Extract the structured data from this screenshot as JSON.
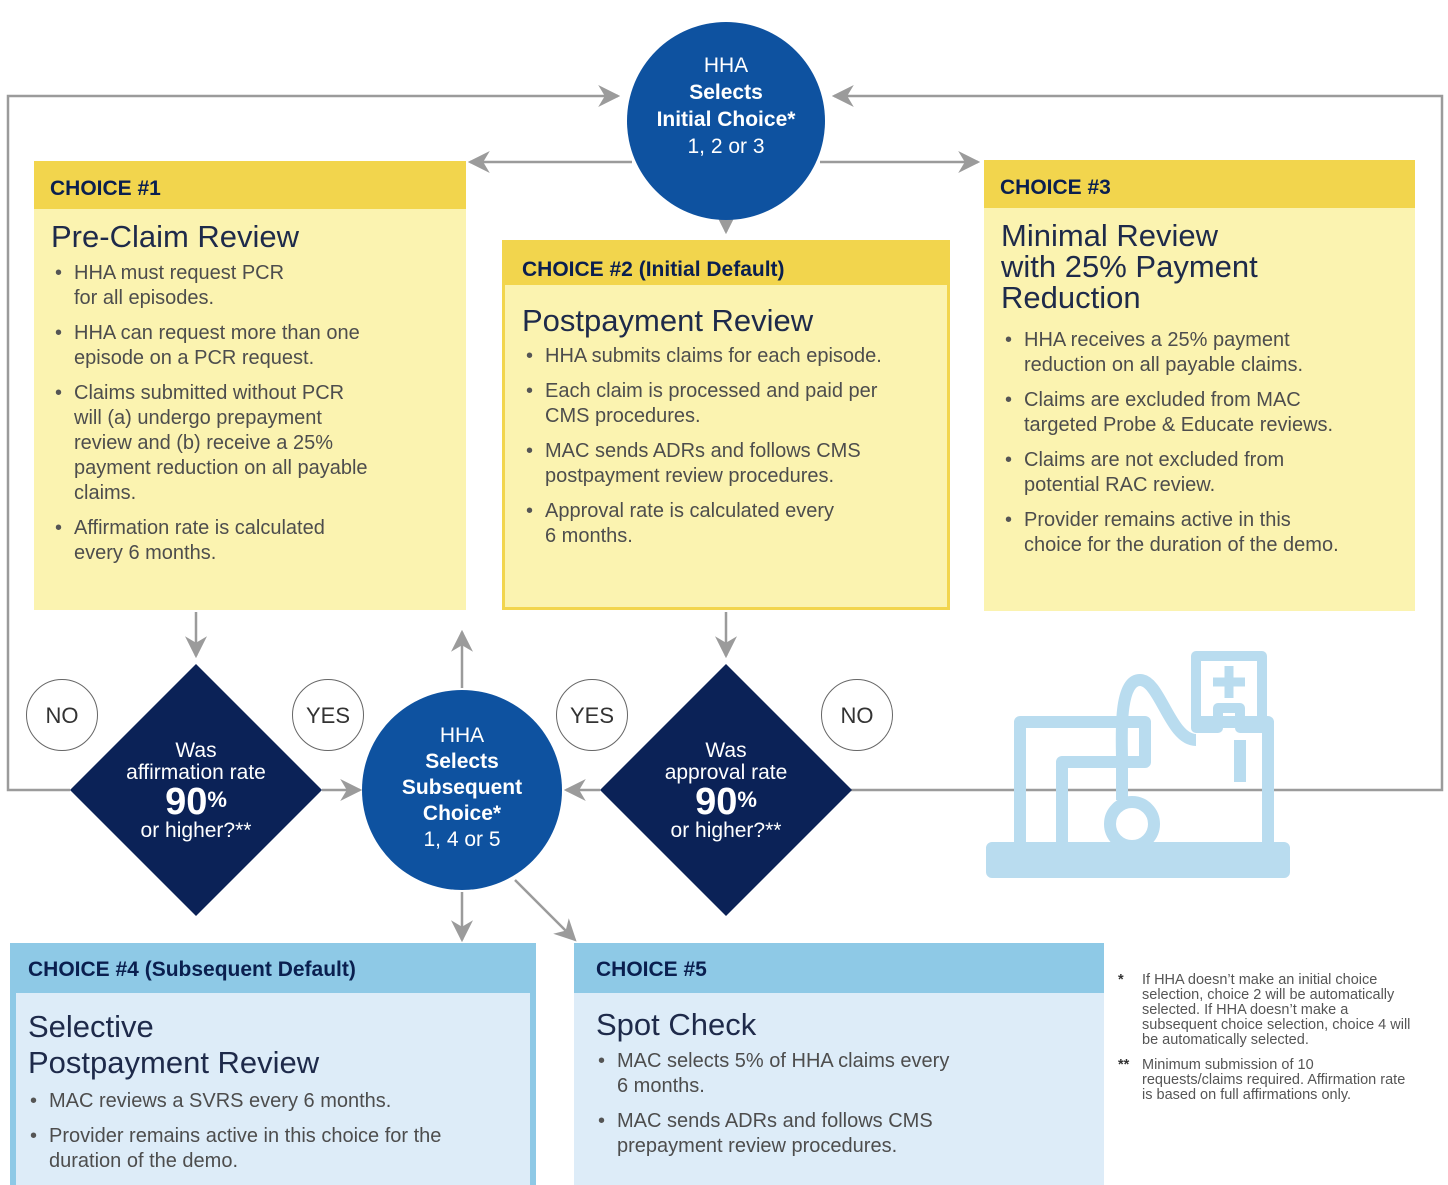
{
  "initial_circle": {
    "line1": "HHA",
    "line2": "Selects",
    "line3": "Initial Choice*",
    "line4": "1, 2 or 3"
  },
  "subsequent_circle": {
    "line1": "HHA",
    "line2": "Selects",
    "line3": "Subsequent",
    "line4": "Choice*",
    "line5": "1, 4 or 5"
  },
  "choice1": {
    "header": "CHOICE #1",
    "title": "Pre-Claim Review",
    "bullets": [
      "HHA must request PCR\nfor all episodes.",
      "HHA can request more than one\nepisode on a PCR request.",
      "Claims submitted without PCR\nwill (a) undergo prepayment\nreview and (b) receive a 25%\npayment reduction on all payable\nclaims.",
      "Affirmation rate is calculated\nevery 6 months."
    ]
  },
  "choice2": {
    "header": "CHOICE #2 (Initial Default)",
    "title": "Postpayment Review",
    "bullets": [
      "HHA submits claims for each episode.",
      "Each claim is processed and paid per\nCMS procedures.",
      "MAC sends ADRs and follows CMS\npostpayment review procedures.",
      "Approval rate is calculated every\n6 months."
    ]
  },
  "choice3": {
    "header": "CHOICE #3",
    "title": "Minimal Review\nwith 25% Payment\nReduction",
    "bullets": [
      "HHA receives a 25% payment\nreduction on all payable claims.",
      "Claims are excluded from MAC\ntargeted Probe & Educate reviews.",
      "Claims are not excluded from\npotential RAC review.",
      "Provider remains active in this\nchoice for the duration of the demo."
    ]
  },
  "choice4": {
    "header": "CHOICE #4 (Subsequent Default)",
    "title": "Selective\nPostpayment Review",
    "bullets": [
      "MAC reviews a SVRS every 6 months.",
      "Provider remains active in this choice for the\nduration of the demo."
    ]
  },
  "choice5": {
    "header": "CHOICE #5",
    "title": "Spot Check",
    "bullets": [
      "MAC selects 5% of HHA claims every\n6 months.",
      "MAC sends ADRs and follows CMS\nprepayment review procedures."
    ]
  },
  "decision_left": {
    "line1": "Was",
    "line2": "affirmation rate",
    "value": "90",
    "unit": "%",
    "line3": "or higher?**"
  },
  "decision_right": {
    "line1": "Was",
    "line2": "approval rate",
    "value": "90",
    "unit": "%",
    "line3": "or higher?**"
  },
  "labels": {
    "no_left": "NO",
    "yes_left": "YES",
    "yes_right": "YES",
    "no_right": "NO"
  },
  "footnotes": [
    {
      "mark": "*",
      "text": "If HHA doesn’t make an initial choice selection, choice 2 will be automatically selected. If HHA doesn’t make a subsequent choice selection, choice 4 will be automatically selected."
    },
    {
      "mark": "**",
      "text": "Minimum submission of 10 requests/claims required. Affirmation rate is based on full affirmations only."
    }
  ],
  "colors": {
    "navy": "#0a1f4f",
    "circle_blue": "#0e52a0",
    "yellow_header": "#f2d54d",
    "yellow_fill": "#fbf3b0",
    "blue_header": "#8ec9e6",
    "blue_fill": "#ddecf8",
    "icon_blue": "#b9dcef",
    "connector_gray": "#9b9b9b"
  },
  "icons": {
    "decoration": "laptop-stethoscope-icon"
  }
}
